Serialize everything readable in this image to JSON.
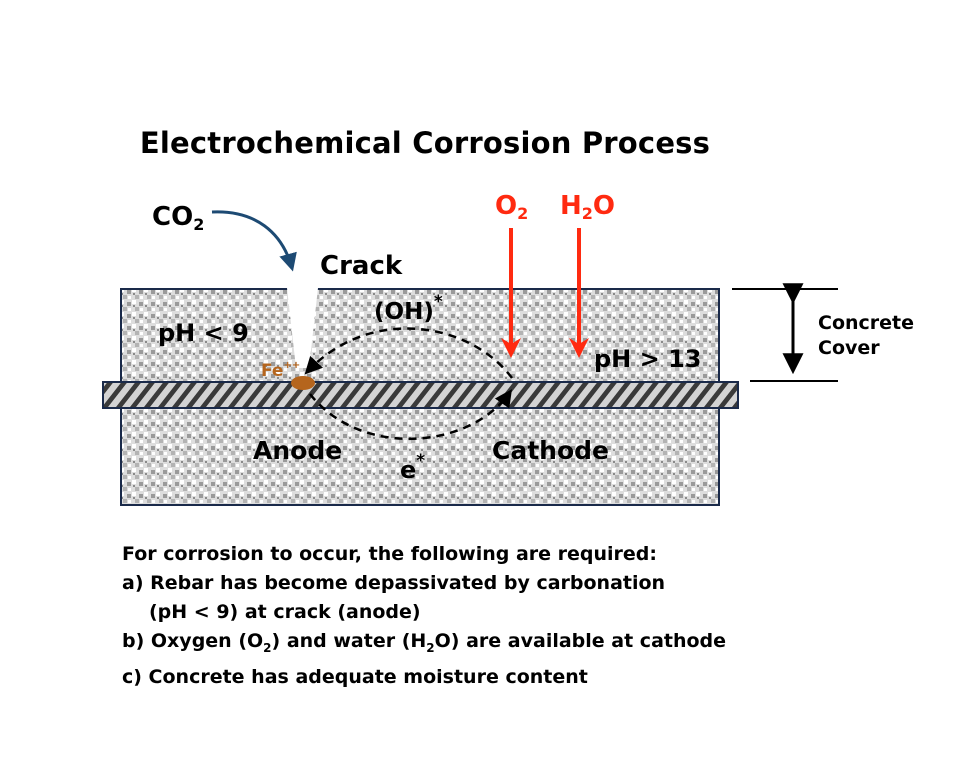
{
  "diagram": {
    "title": "Electrochemical Corrosion Process",
    "labels": {
      "co2": "CO",
      "co2_sub": "2",
      "o2": "O",
      "o2_sub": "2",
      "h2o_h": "H",
      "h2o_sub": "2",
      "h2o_o": "O",
      "crack": "Crack",
      "oh": "(OH)",
      "oh_sup": "*",
      "ph_low": "pH < 9",
      "ph_high": "pH > 13",
      "fe": "Fe",
      "fe_sup": "++",
      "anode": "Anode",
      "cathode": "Cathode",
      "electron": "e",
      "electron_sup": "*",
      "concrete_cover_line1": "Concrete",
      "concrete_cover_line2": "Cover"
    },
    "colors": {
      "reactant_red": "#ff2a10",
      "co2_arrow_blue": "#1d4a73",
      "rust_brown": "#b5651d",
      "rebar_fill": "#cfcfcf",
      "concrete_fill": "#d9d9d9"
    }
  },
  "notes": {
    "heading": "For corrosion to occur, the following are required:",
    "a_line1": "a) Rebar has become depassivated by carbonation",
    "a_line2": "(pH < 9) at crack (anode)",
    "b_p1": "b) Oxygen (O",
    "b_sub1": "2",
    "b_p2": ") and water (H",
    "b_sub2": "2",
    "b_p3": "O) are available at cathode",
    "c_line": "c) Concrete has adequate moisture content"
  }
}
